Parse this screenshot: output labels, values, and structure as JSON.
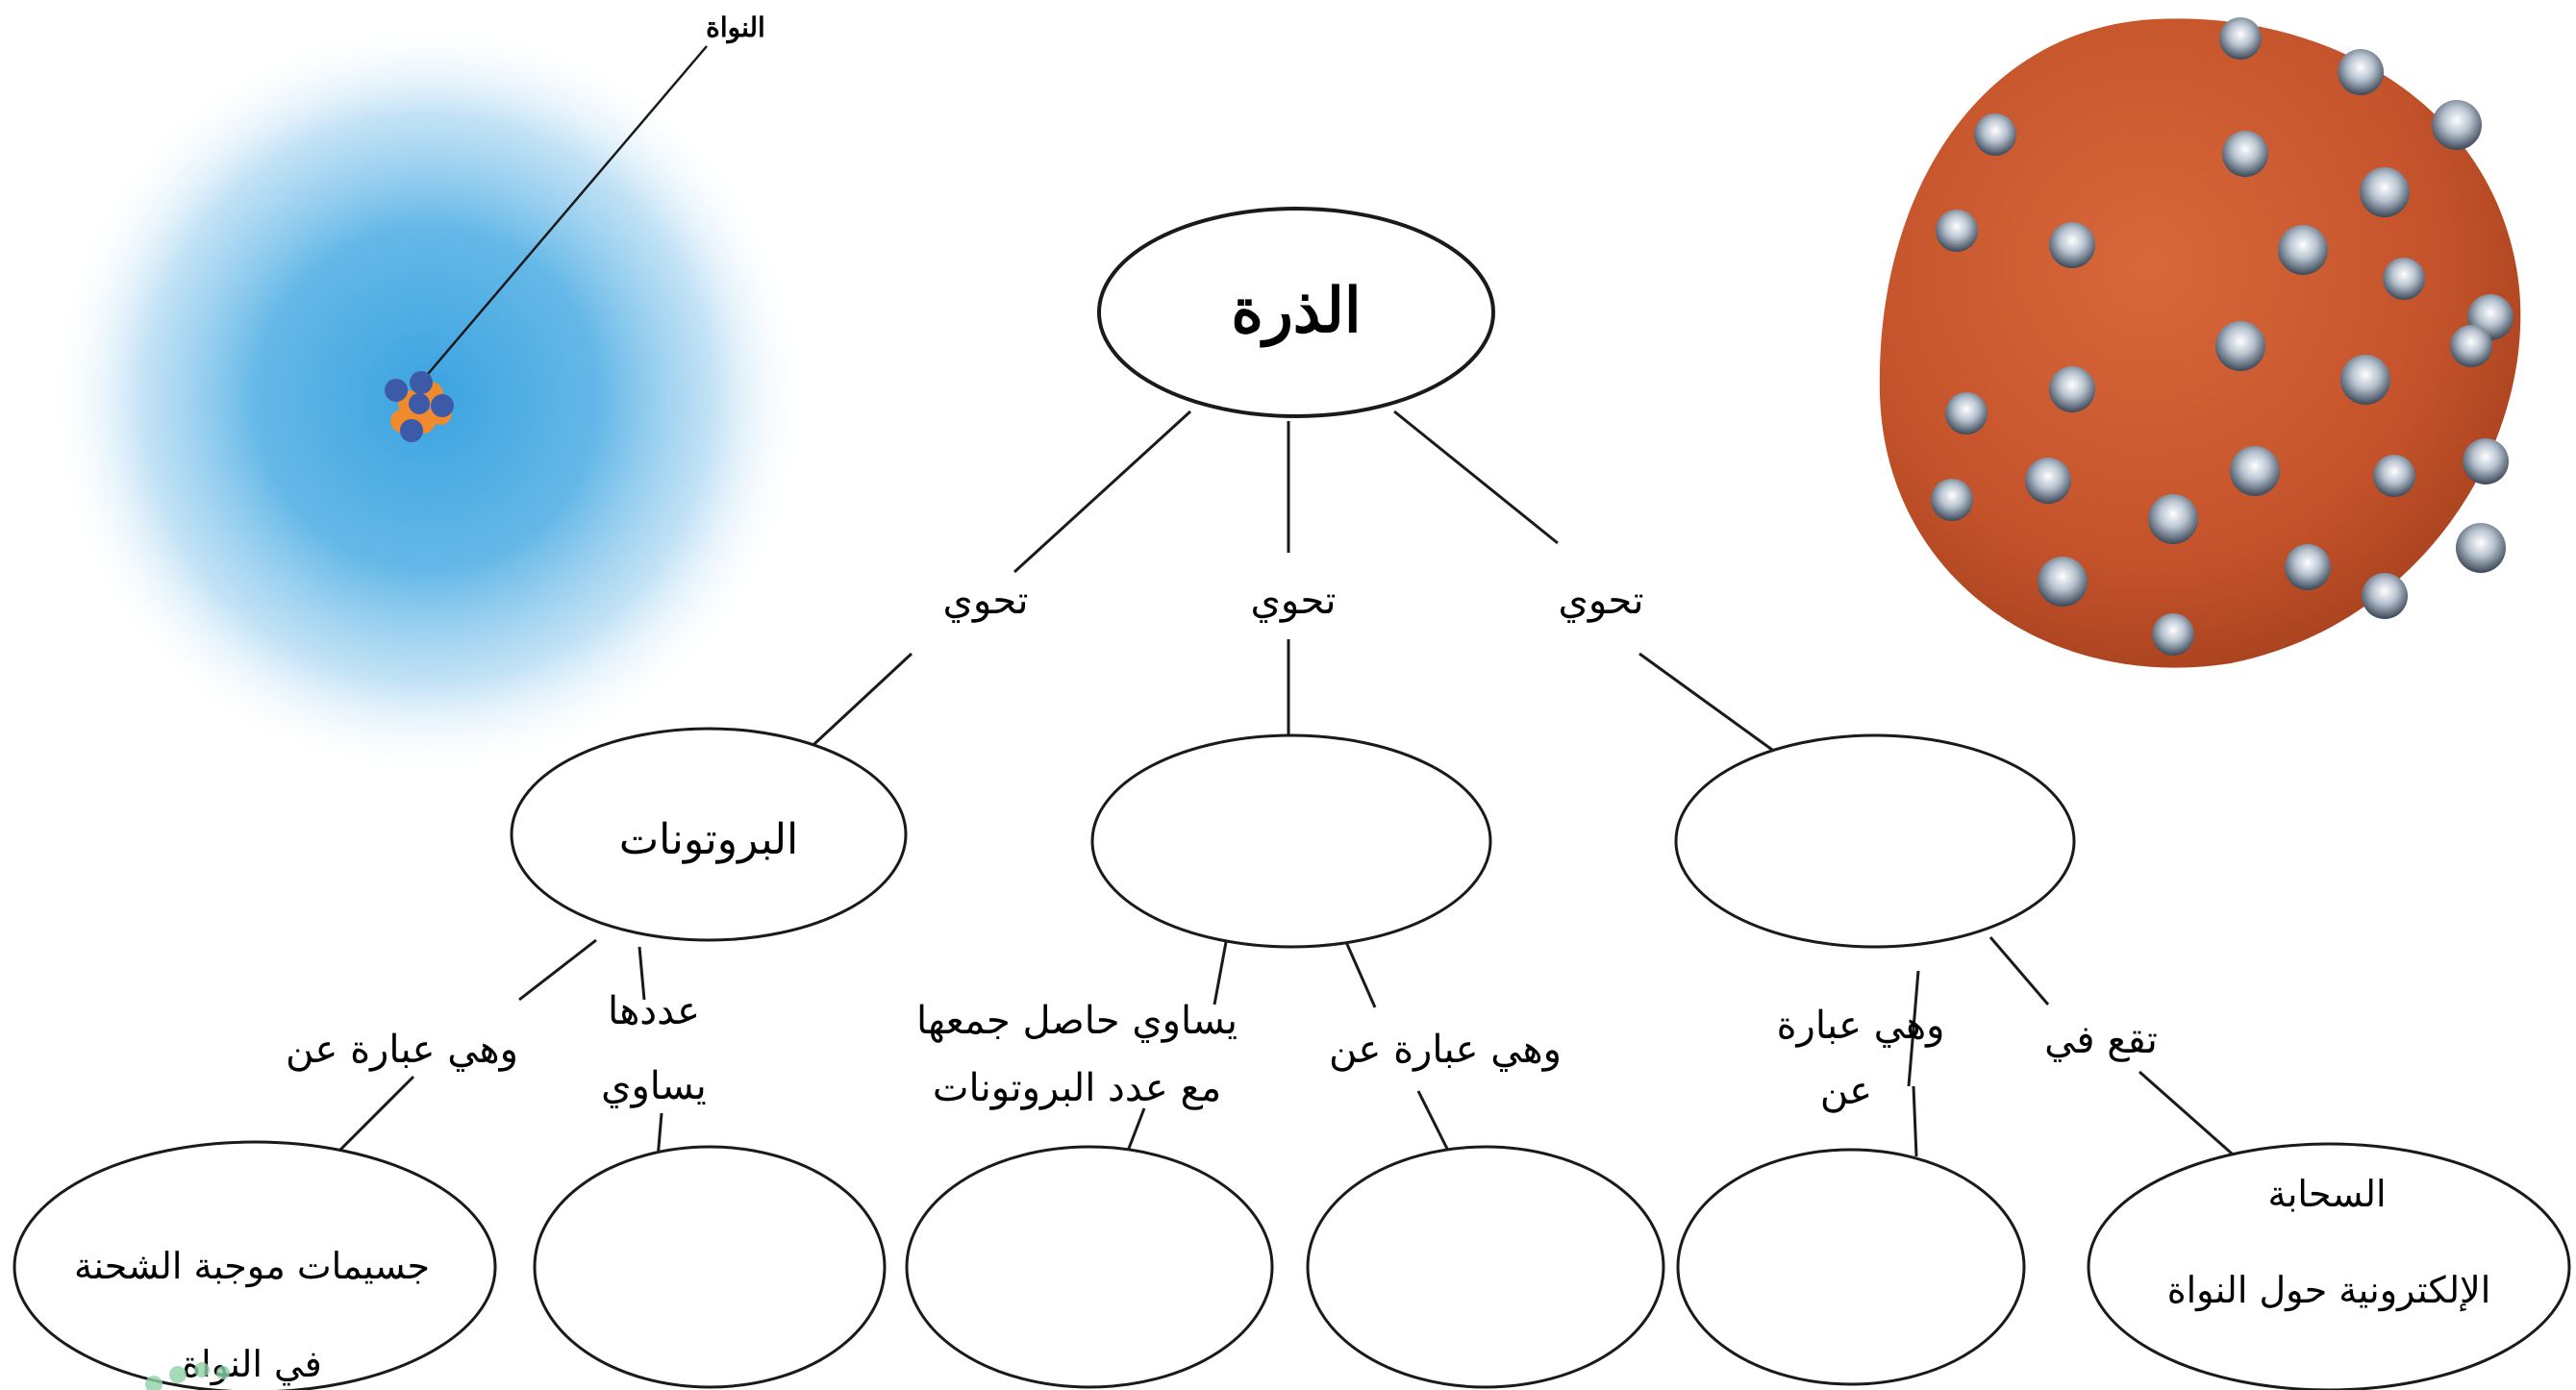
{
  "atom_illustration": {
    "nucleus_label": "النواة",
    "cloud_color": "#3aa3e0",
    "proton_color": "#f08a2c",
    "neutron_color": "#3d5aa8"
  },
  "ball_model": {
    "body_color": "#c8582e",
    "bead_color": "#a9b4c2"
  },
  "concept_map": {
    "root": {
      "text": "الذرة"
    },
    "links": {
      "left": "تحوي",
      "middle": "تحوي",
      "right": "تحوي"
    },
    "level2": {
      "left": {
        "text": "البروتونات"
      },
      "middle": {
        "text": ""
      },
      "right": {
        "text": ""
      }
    },
    "level3_links": {
      "protons_is": "وهي عبارة عن",
      "protons_count_line1": "عددها",
      "protons_count_line2": "يساوي",
      "middle_sum_line1": "يساوي حاصل جمعها",
      "middle_sum_line2": "مع عدد البروتونات",
      "middle_is": "وهي عبارة عن",
      "right_is_line1": "وهي عبارة",
      "right_is_line2": "عن",
      "right_located": "تقع في"
    },
    "leaves": {
      "leaf1_line1": "جسيمات موجبة الشحنة",
      "leaf1_line2": "في النواة",
      "leaf2": "",
      "leaf3": "",
      "leaf4": "",
      "leaf5": "",
      "leaf6_line1": "السحابة",
      "leaf6_line2": "الإلكترونية حول النواة"
    }
  }
}
